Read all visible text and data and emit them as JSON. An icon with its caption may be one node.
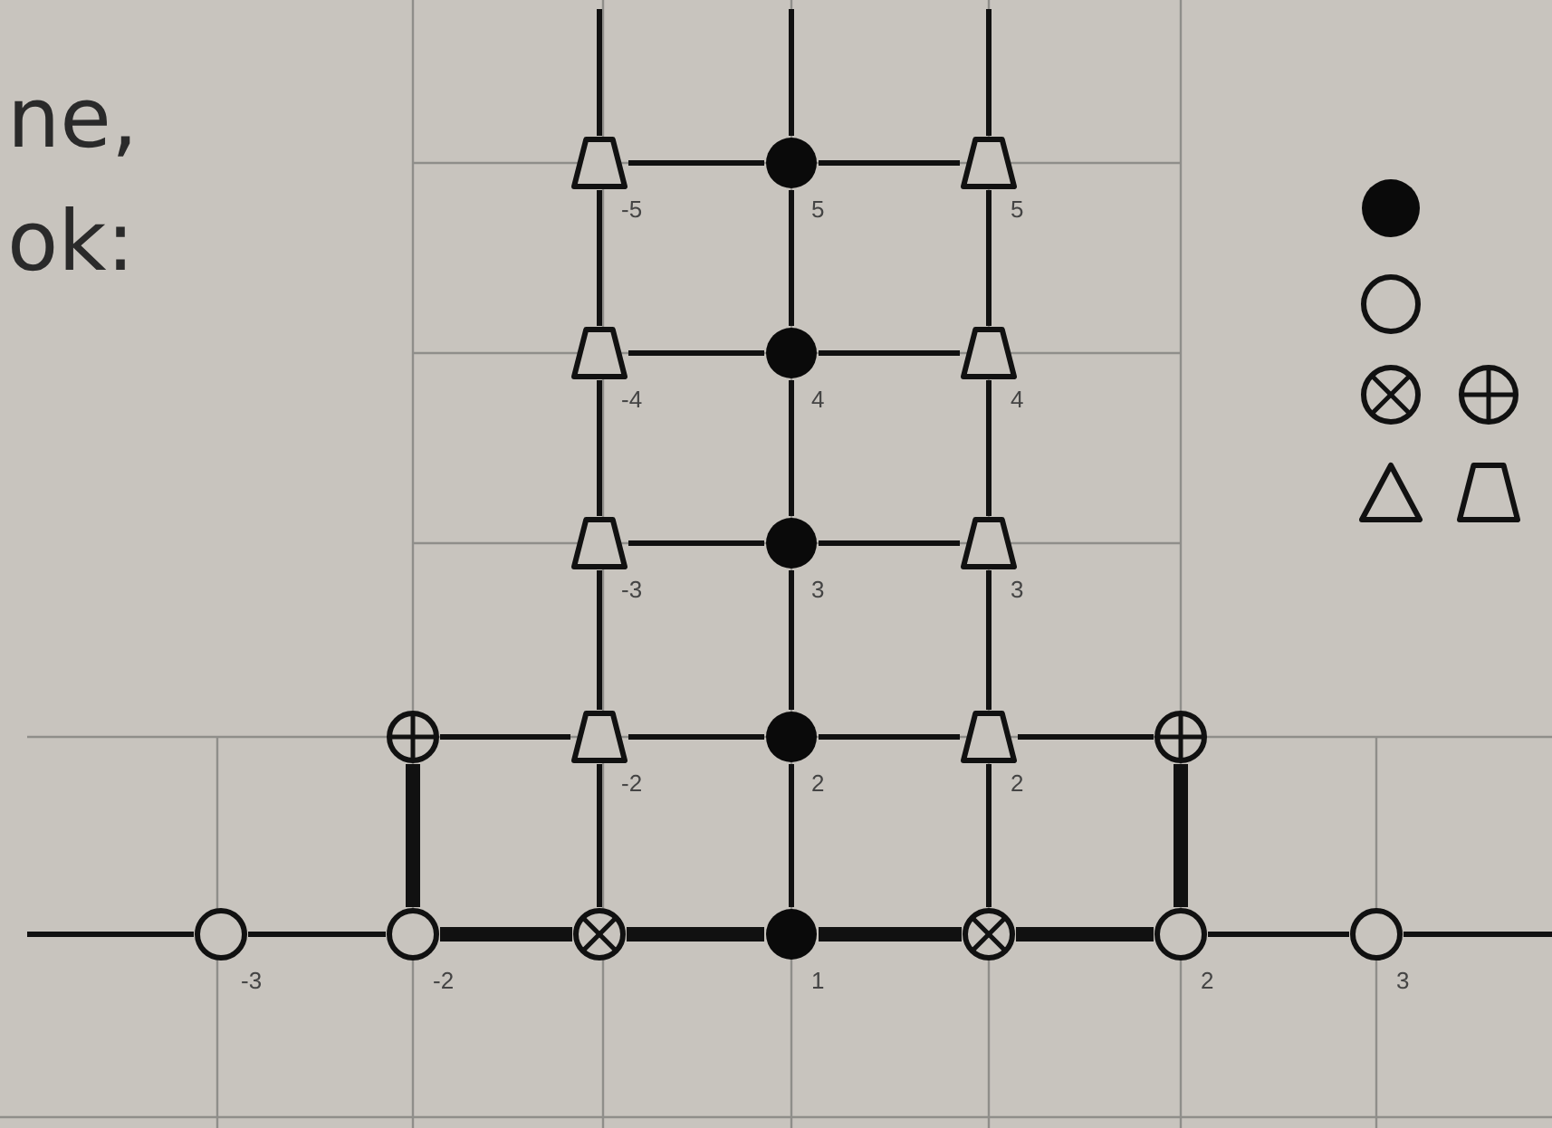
{
  "diagram": {
    "nodes": [
      {
        "text": [],
        "shape": "trapezoid",
        "beside": [
          "-5"
        ]
      },
      {
        "text": [],
        "shape": "dot",
        "beside": [
          "5"
        ]
      },
      {
        "text": [],
        "shape": "trapezoid",
        "beside": [
          "5"
        ]
      },
      {
        "text": [],
        "shape": "trapezoid",
        "beside": [
          "-4"
        ]
      },
      {
        "text": [],
        "shape": "dot",
        "beside": [
          "4"
        ]
      },
      {
        "text": [],
        "shape": "trapezoid",
        "beside": [
          "4"
        ]
      },
      {
        "text": [],
        "shape": "trapezoid",
        "beside": [
          "-3"
        ]
      },
      {
        "text": [],
        "shape": "dot",
        "beside": [
          "3"
        ]
      },
      {
        "text": [],
        "shape": "trapezoid",
        "beside": [
          "3"
        ]
      },
      {
        "text": [],
        "shape": "plus"
      },
      {
        "text": [],
        "shape": "trapezoid",
        "beside": [
          "-2"
        ]
      },
      {
        "text": [],
        "shape": "dot",
        "beside": [
          "2"
        ]
      },
      {
        "text": [],
        "shape": "trapezoid",
        "beside": [
          "2"
        ]
      },
      {
        "text": [],
        "shape": "plus"
      },
      {
        "text": [],
        "shape": "circle",
        "beside": [
          "-3"
        ]
      },
      {
        "text": [],
        "shape": "circle",
        "beside": [
          "-2"
        ]
      },
      {
        "text": [],
        "shape": "cross"
      },
      {
        "text": [],
        "shape": "dot",
        "beside": [
          "1"
        ]
      },
      {
        "text": [],
        "shape": "cross"
      },
      {
        "text": [],
        "shape": "circle",
        "beside": [
          "2"
        ]
      },
      {
        "text": [],
        "shape": "circle",
        "beside": [
          "3"
        ]
      }
    ],
    "edges": [
      {
        "from": null,
        "to": 14,
        "arrow": "none"
      },
      {
        "from": 14,
        "to": 15,
        "arrow": "none"
      },
      {
        "from": 15,
        "to": 16,
        "arrow": "none",
        "style": "thick"
      },
      {
        "from": 16,
        "to": 17,
        "arrow": "none",
        "style": "thick"
      },
      {
        "from": 17,
        "to": 18,
        "arrow": "none",
        "style": "thick"
      },
      {
        "from": 18,
        "to": 19,
        "arrow": "none",
        "style": "thick"
      },
      {
        "from": 19,
        "to": 20,
        "arrow": "none"
      },
      {
        "from": 20,
        "to": null,
        "arrow": "none"
      },
      {
        "from": 15,
        "to": 9,
        "arrow": "none",
        "style": "thick"
      },
      {
        "from": 19,
        "to": 13,
        "arrow": "none",
        "style": "thick"
      },
      {
        "from": 16,
        "to": 10,
        "arrow": "none"
      },
      {
        "from": 17,
        "to": 11,
        "arrow": "none"
      },
      {
        "from": 18,
        "to": 12,
        "arrow": "none"
      },
      {
        "from": 9,
        "to": 10,
        "arrow": "none"
      },
      {
        "from": 10,
        "to": 11,
        "arrow": "none"
      },
      {
        "from": 11,
        "to": 12,
        "arrow": "none"
      },
      {
        "from": 12,
        "to": 13,
        "arrow": "none"
      },
      {
        "from": 10,
        "to": 6,
        "arrow": "none"
      },
      {
        "from": 11,
        "to": 7,
        "arrow": "none"
      },
      {
        "from": 12,
        "to": 8,
        "arrow": "none"
      },
      {
        "from": 6,
        "to": 7,
        "arrow": "none"
      },
      {
        "from": 7,
        "to": 8,
        "arrow": "none"
      },
      {
        "from": 6,
        "to": 3,
        "arrow": "none"
      },
      {
        "from": 7,
        "to": 4,
        "arrow": "none"
      },
      {
        "from": 8,
        "to": 5,
        "arrow": "none"
      },
      {
        "from": 3,
        "to": 4,
        "arrow": "none"
      },
      {
        "from": 4,
        "to": 5,
        "arrow": "none"
      },
      {
        "from": 3,
        "to": 0,
        "arrow": "none"
      },
      {
        "from": 4,
        "to": 1,
        "arrow": "none"
      },
      {
        "from": 5,
        "to": 2,
        "arrow": "none"
      },
      {
        "from": 0,
        "to": 1,
        "arrow": "none"
      },
      {
        "from": 1,
        "to": 2,
        "arrow": "none"
      },
      {
        "from": 0,
        "to": null,
        "arrow": "none"
      },
      {
        "from": 1,
        "to": null,
        "arrow": "none"
      },
      {
        "from": 2,
        "to": null,
        "arrow": "none"
      }
    ],
    "labels": [
      "ne,",
      "ok:"
    ]
  }
}
